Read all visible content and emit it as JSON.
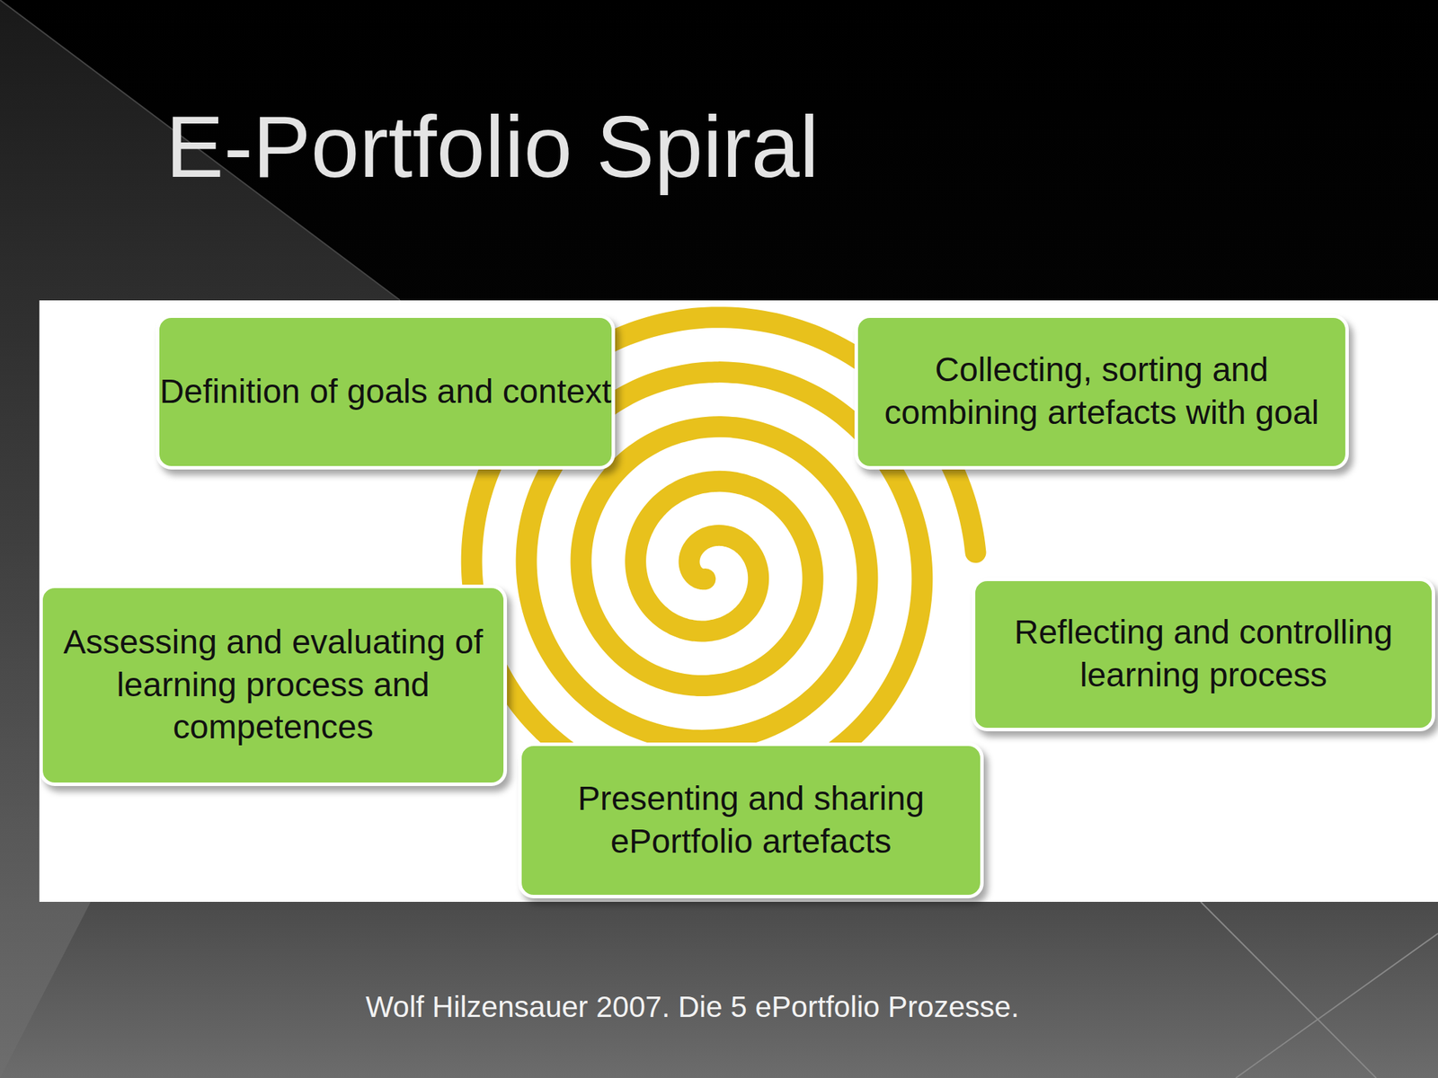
{
  "diagram": {
    "title": "E-Portfolio Spiral",
    "caption": "Wolf Hilzensauer 2007. Die 5 ePortfolio Prozesse.",
    "nodes": [
      {
        "text": [
          "Definition of goals and context"
        ]
      },
      {
        "text": [
          "Collecting, sorting and combining artefacts with goal"
        ]
      },
      {
        "text": [
          "Reflecting and controlling learning process"
        ]
      },
      {
        "text": [
          "Presenting and sharing ePortfolio artefacts"
        ]
      },
      {
        "text": [
          "Assessing and evaluating of learning process and competences"
        ]
      }
    ]
  }
}
